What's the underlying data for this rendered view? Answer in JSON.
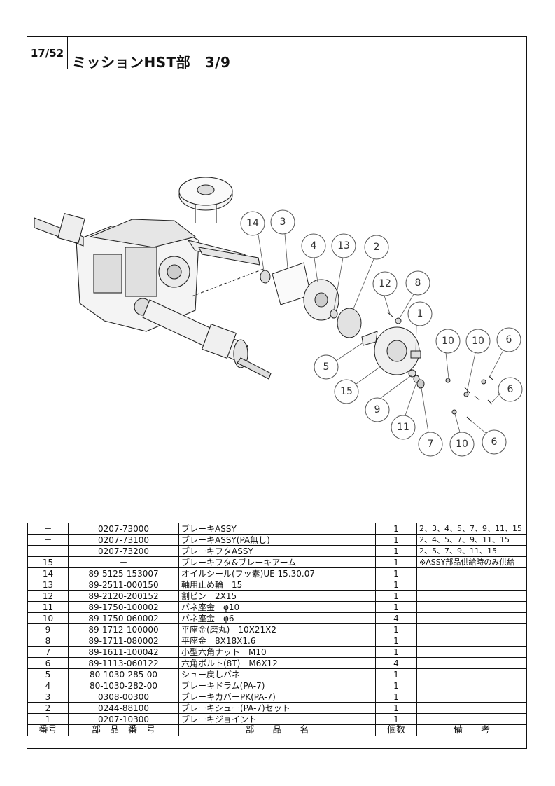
{
  "header": {
    "page_number": "17/52",
    "title": "ミッションHST部　3/9"
  },
  "diagram": {
    "callouts": [
      "14",
      "3",
      "4",
      "13",
      "2",
      "12",
      "8",
      "1",
      "10",
      "10",
      "6",
      "5",
      "15",
      "6",
      "9",
      "11",
      "7",
      "10",
      "6"
    ]
  },
  "table": {
    "headers": {
      "no": "番号",
      "part_number": "部　品　番　号",
      "part_name": "部　　品　　名",
      "qty": "個数",
      "remarks": "備　　考"
    },
    "rows": [
      {
        "no": "－",
        "part_number": "0207-73000",
        "part_name": "ブレーキASSY",
        "qty": "1",
        "remarks": "2、3、4、5、7、9、11、15"
      },
      {
        "no": "－",
        "part_number": "0207-73100",
        "part_name": "ブレーキASSY(PA無し)",
        "qty": "1",
        "remarks": "2、4、5、7、9、11、15"
      },
      {
        "no": "－",
        "part_number": "0207-73200",
        "part_name": "ブレーキフタASSY",
        "qty": "1",
        "remarks": "2、5、7、9、11、15"
      },
      {
        "no": "15",
        "part_number": "－",
        "part_name": "ブレーキフタ&ブレーキアーム",
        "qty": "1",
        "remarks": "※ASSY部品供給時のみ供給"
      },
      {
        "no": "14",
        "part_number": "89-5125-153007",
        "part_name": "オイルシール(フッ素)UE 15.30.07",
        "qty": "1",
        "remarks": ""
      },
      {
        "no": "13",
        "part_number": "89-2511-000150",
        "part_name": "軸用止め輪　15",
        "qty": "1",
        "remarks": ""
      },
      {
        "no": "12",
        "part_number": "89-2120-200152",
        "part_name": "割ピン　2X15",
        "qty": "1",
        "remarks": ""
      },
      {
        "no": "11",
        "part_number": "89-1750-100002",
        "part_name": "バネ座金　φ10",
        "qty": "1",
        "remarks": ""
      },
      {
        "no": "10",
        "part_number": "89-1750-060002",
        "part_name": "バネ座金　φ6",
        "qty": "4",
        "remarks": ""
      },
      {
        "no": "9",
        "part_number": "89-1712-100000",
        "part_name": "平座金(磨丸)　10X21X2",
        "qty": "1",
        "remarks": ""
      },
      {
        "no": "8",
        "part_number": "89-1711-080002",
        "part_name": "平座金　8X18X1.6",
        "qty": "1",
        "remarks": ""
      },
      {
        "no": "7",
        "part_number": "89-1611-100042",
        "part_name": "小型六角ナット　M10",
        "qty": "1",
        "remarks": ""
      },
      {
        "no": "6",
        "part_number": "89-1113-060122",
        "part_name": "六角ボルト(8T)　M6X12",
        "qty": "4",
        "remarks": ""
      },
      {
        "no": "5",
        "part_number": "80-1030-285-00",
        "part_name": "シュー戻しバネ",
        "qty": "1",
        "remarks": ""
      },
      {
        "no": "4",
        "part_number": "80-1030-282-00",
        "part_name": "ブレーキドラム(PA-7)",
        "qty": "1",
        "remarks": ""
      },
      {
        "no": "3",
        "part_number": "0308-00300",
        "part_name": "ブレーキカバーPK(PA-7)",
        "qty": "1",
        "remarks": ""
      },
      {
        "no": "2",
        "part_number": "0244-88100",
        "part_name": "ブレーキシュー(PA-7)セット",
        "qty": "1",
        "remarks": ""
      },
      {
        "no": "1",
        "part_number": "0207-10300",
        "part_name": "ブレーキジョイント",
        "qty": "1",
        "remarks": ""
      }
    ]
  }
}
